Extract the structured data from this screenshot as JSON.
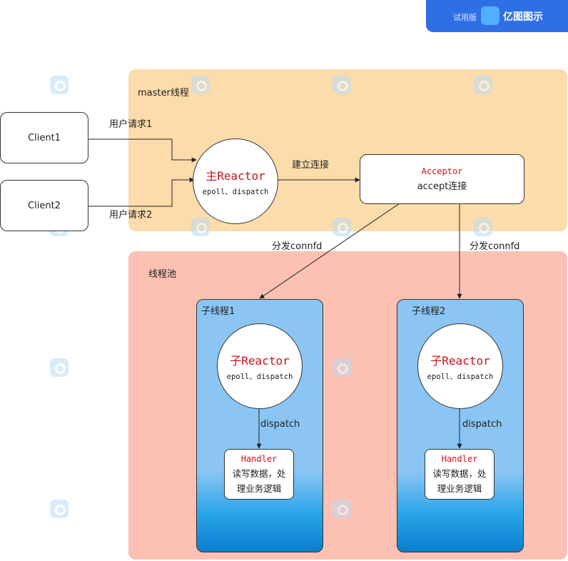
{
  "banner": {
    "trial": "试用版",
    "brand": "亿图图示"
  },
  "regions": {
    "master": "master线程",
    "pool": "线程池"
  },
  "clients": {
    "client1": "Client1",
    "client2": "Client2"
  },
  "main_reactor": {
    "title": "主Reactor",
    "sub": "epoll、dispatch"
  },
  "acceptor": {
    "title": "Acceptor",
    "sub": "accept连接"
  },
  "threads": [
    {
      "label": "子线程1",
      "reactor_title": "子Reactor",
      "reactor_sub": "epoll、dispatch",
      "handler_title": "Handler",
      "handler_line1": "读写数据，处",
      "handler_line2": "理业务逻辑"
    },
    {
      "label": "子线程2",
      "reactor_title": "子Reactor",
      "reactor_sub": "epoll、dispatch",
      "handler_title": "Handler",
      "handler_line1": "读写数据，处",
      "handler_line2": "理业务逻辑"
    }
  ],
  "edges": {
    "req1": "用户请求1",
    "req2": "用户请求2",
    "connect": "建立连接",
    "dispatch_fd_1": "分发connfd",
    "dispatch_fd_2": "分发connfd",
    "dispatch_1": "dispatch",
    "dispatch_2": "dispatch"
  },
  "colors": {
    "master_bg": "#fcdcab",
    "pool_bg": "#fdc1b3",
    "thread_bg": "#8ac5f3",
    "highlight_text": "#d0111b",
    "banner_bg": "#2f6fe6"
  }
}
